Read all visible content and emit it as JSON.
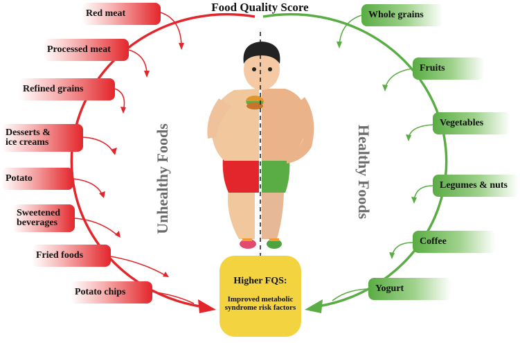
{
  "title": "Food Quality Score",
  "unhealthy": {
    "label": "Unhealthy Foods",
    "color": "#e3262b",
    "items": [
      {
        "label": "Red meat"
      },
      {
        "label": "Processed meat"
      },
      {
        "label": "Refined grains"
      },
      {
        "label": "Desserts &\nice creams"
      },
      {
        "label": "Potato"
      },
      {
        "label": "Sweetened\nbeverages"
      },
      {
        "label": "Fried foods"
      },
      {
        "label": "Potato chips"
      }
    ]
  },
  "healthy": {
    "label": "Healthy Foods",
    "color": "#5aac44",
    "items": [
      {
        "label": "Whole grains"
      },
      {
        "label": "Fruits"
      },
      {
        "label": "Vegetables"
      },
      {
        "label": "Legumes & nuts"
      },
      {
        "label": "Coffee"
      },
      {
        "label": "Yogurt"
      }
    ]
  },
  "outcome": {
    "heading": "Higher FQS:",
    "body": "Improved metabolic syndrome risk factors",
    "color": "#f3d340"
  }
}
